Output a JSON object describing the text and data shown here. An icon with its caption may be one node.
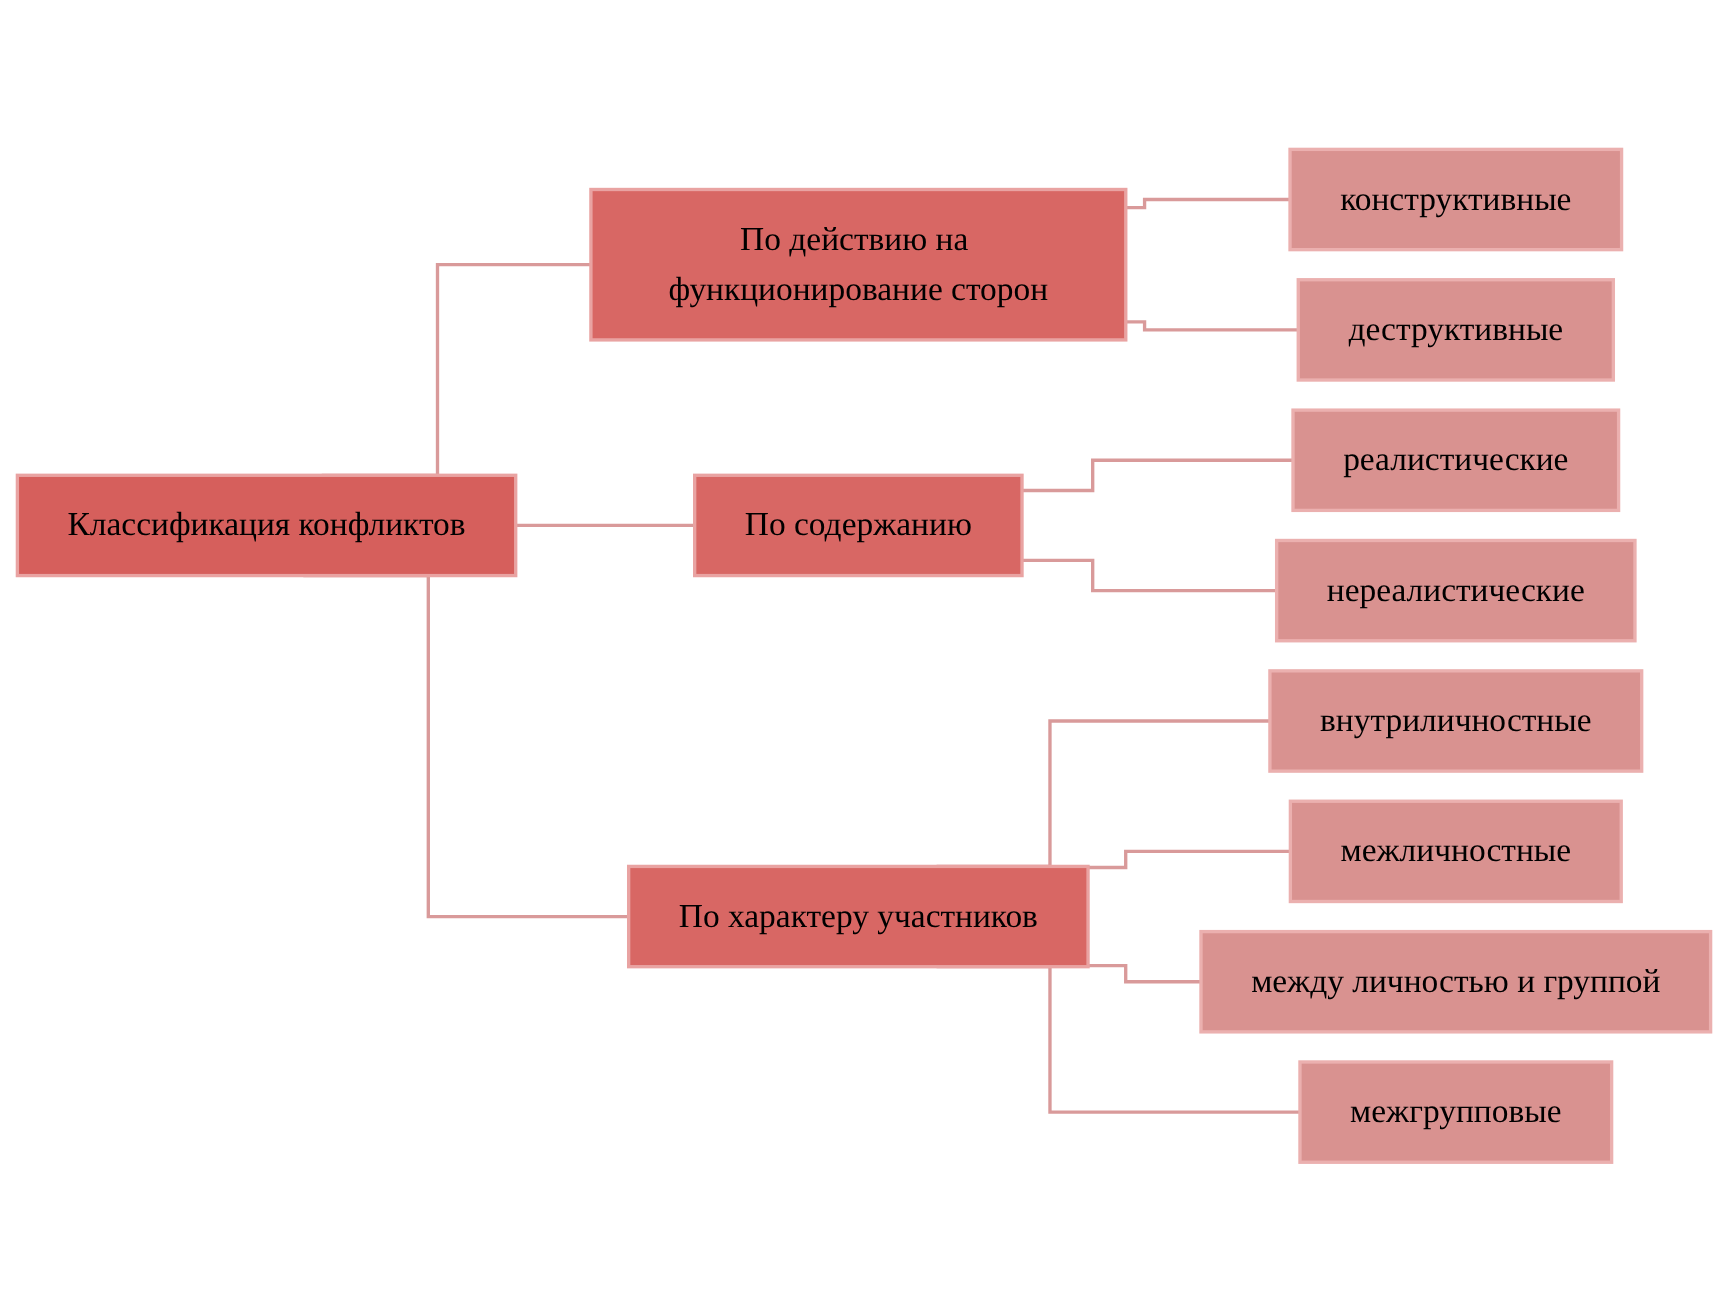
{
  "diagram": {
    "nodes": [
      {
        "text": [
          "Классификация конфликтов"
        ]
      },
      {
        "text": [
          "По действию на функционирование сторон"
        ]
      },
      {
        "text": [
          "По содержанию"
        ]
      },
      {
        "text": [
          "По характеру участников"
        ]
      },
      {
        "text": [
          "конструктивные"
        ]
      },
      {
        "text": [
          "деструктивные"
        ]
      },
      {
        "text": [
          "реалистические"
        ]
      },
      {
        "text": [
          "нереалистические"
        ]
      },
      {
        "text": [
          "внутриличностные"
        ]
      },
      {
        "text": [
          "межличностные"
        ]
      },
      {
        "text": [
          "между личностью и группой"
        ]
      },
      {
        "text": [
          "межгрупповые"
        ]
      }
    ],
    "edges": [
      {
        "from": 0,
        "to": 1,
        "arrow": "none"
      },
      {
        "from": 0,
        "to": 2,
        "arrow": "none"
      },
      {
        "from": 0,
        "to": 3,
        "arrow": "none"
      },
      {
        "from": 1,
        "to": 4,
        "arrow": "none"
      },
      {
        "from": 1,
        "to": 5,
        "arrow": "none"
      },
      {
        "from": 2,
        "to": 6,
        "arrow": "none"
      },
      {
        "from": 2,
        "to": 7,
        "arrow": "none"
      },
      {
        "from": 3,
        "to": 8,
        "arrow": "none"
      },
      {
        "from": 3,
        "to": 9,
        "arrow": "none"
      },
      {
        "from": 3,
        "to": 10,
        "arrow": "none"
      },
      {
        "from": 3,
        "to": 11,
        "arrow": "none"
      }
    ]
  }
}
